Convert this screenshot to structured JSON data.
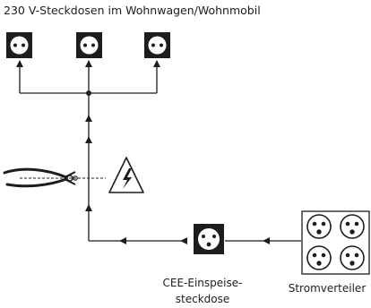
{
  "title": "230 V-Steckdosen im Wohnwagen/Wohnmobil",
  "inlet_label": {
    "line1": "CEE-Einspeise-",
    "line2": "steckdose"
  },
  "distributor_label": "Stromverteiler",
  "icons": {
    "outlet": "schuko-socket-icon",
    "inlet": "cee-inlet-socket-icon",
    "distributor": "cee-distributor-icon",
    "tool": "wire-cutter-pliers-icon",
    "warning": "high-voltage-warning-icon"
  },
  "colors": {
    "line": "#1d1d1b",
    "socket_fill": "#1d1d1b",
    "background": "#ffffff"
  }
}
